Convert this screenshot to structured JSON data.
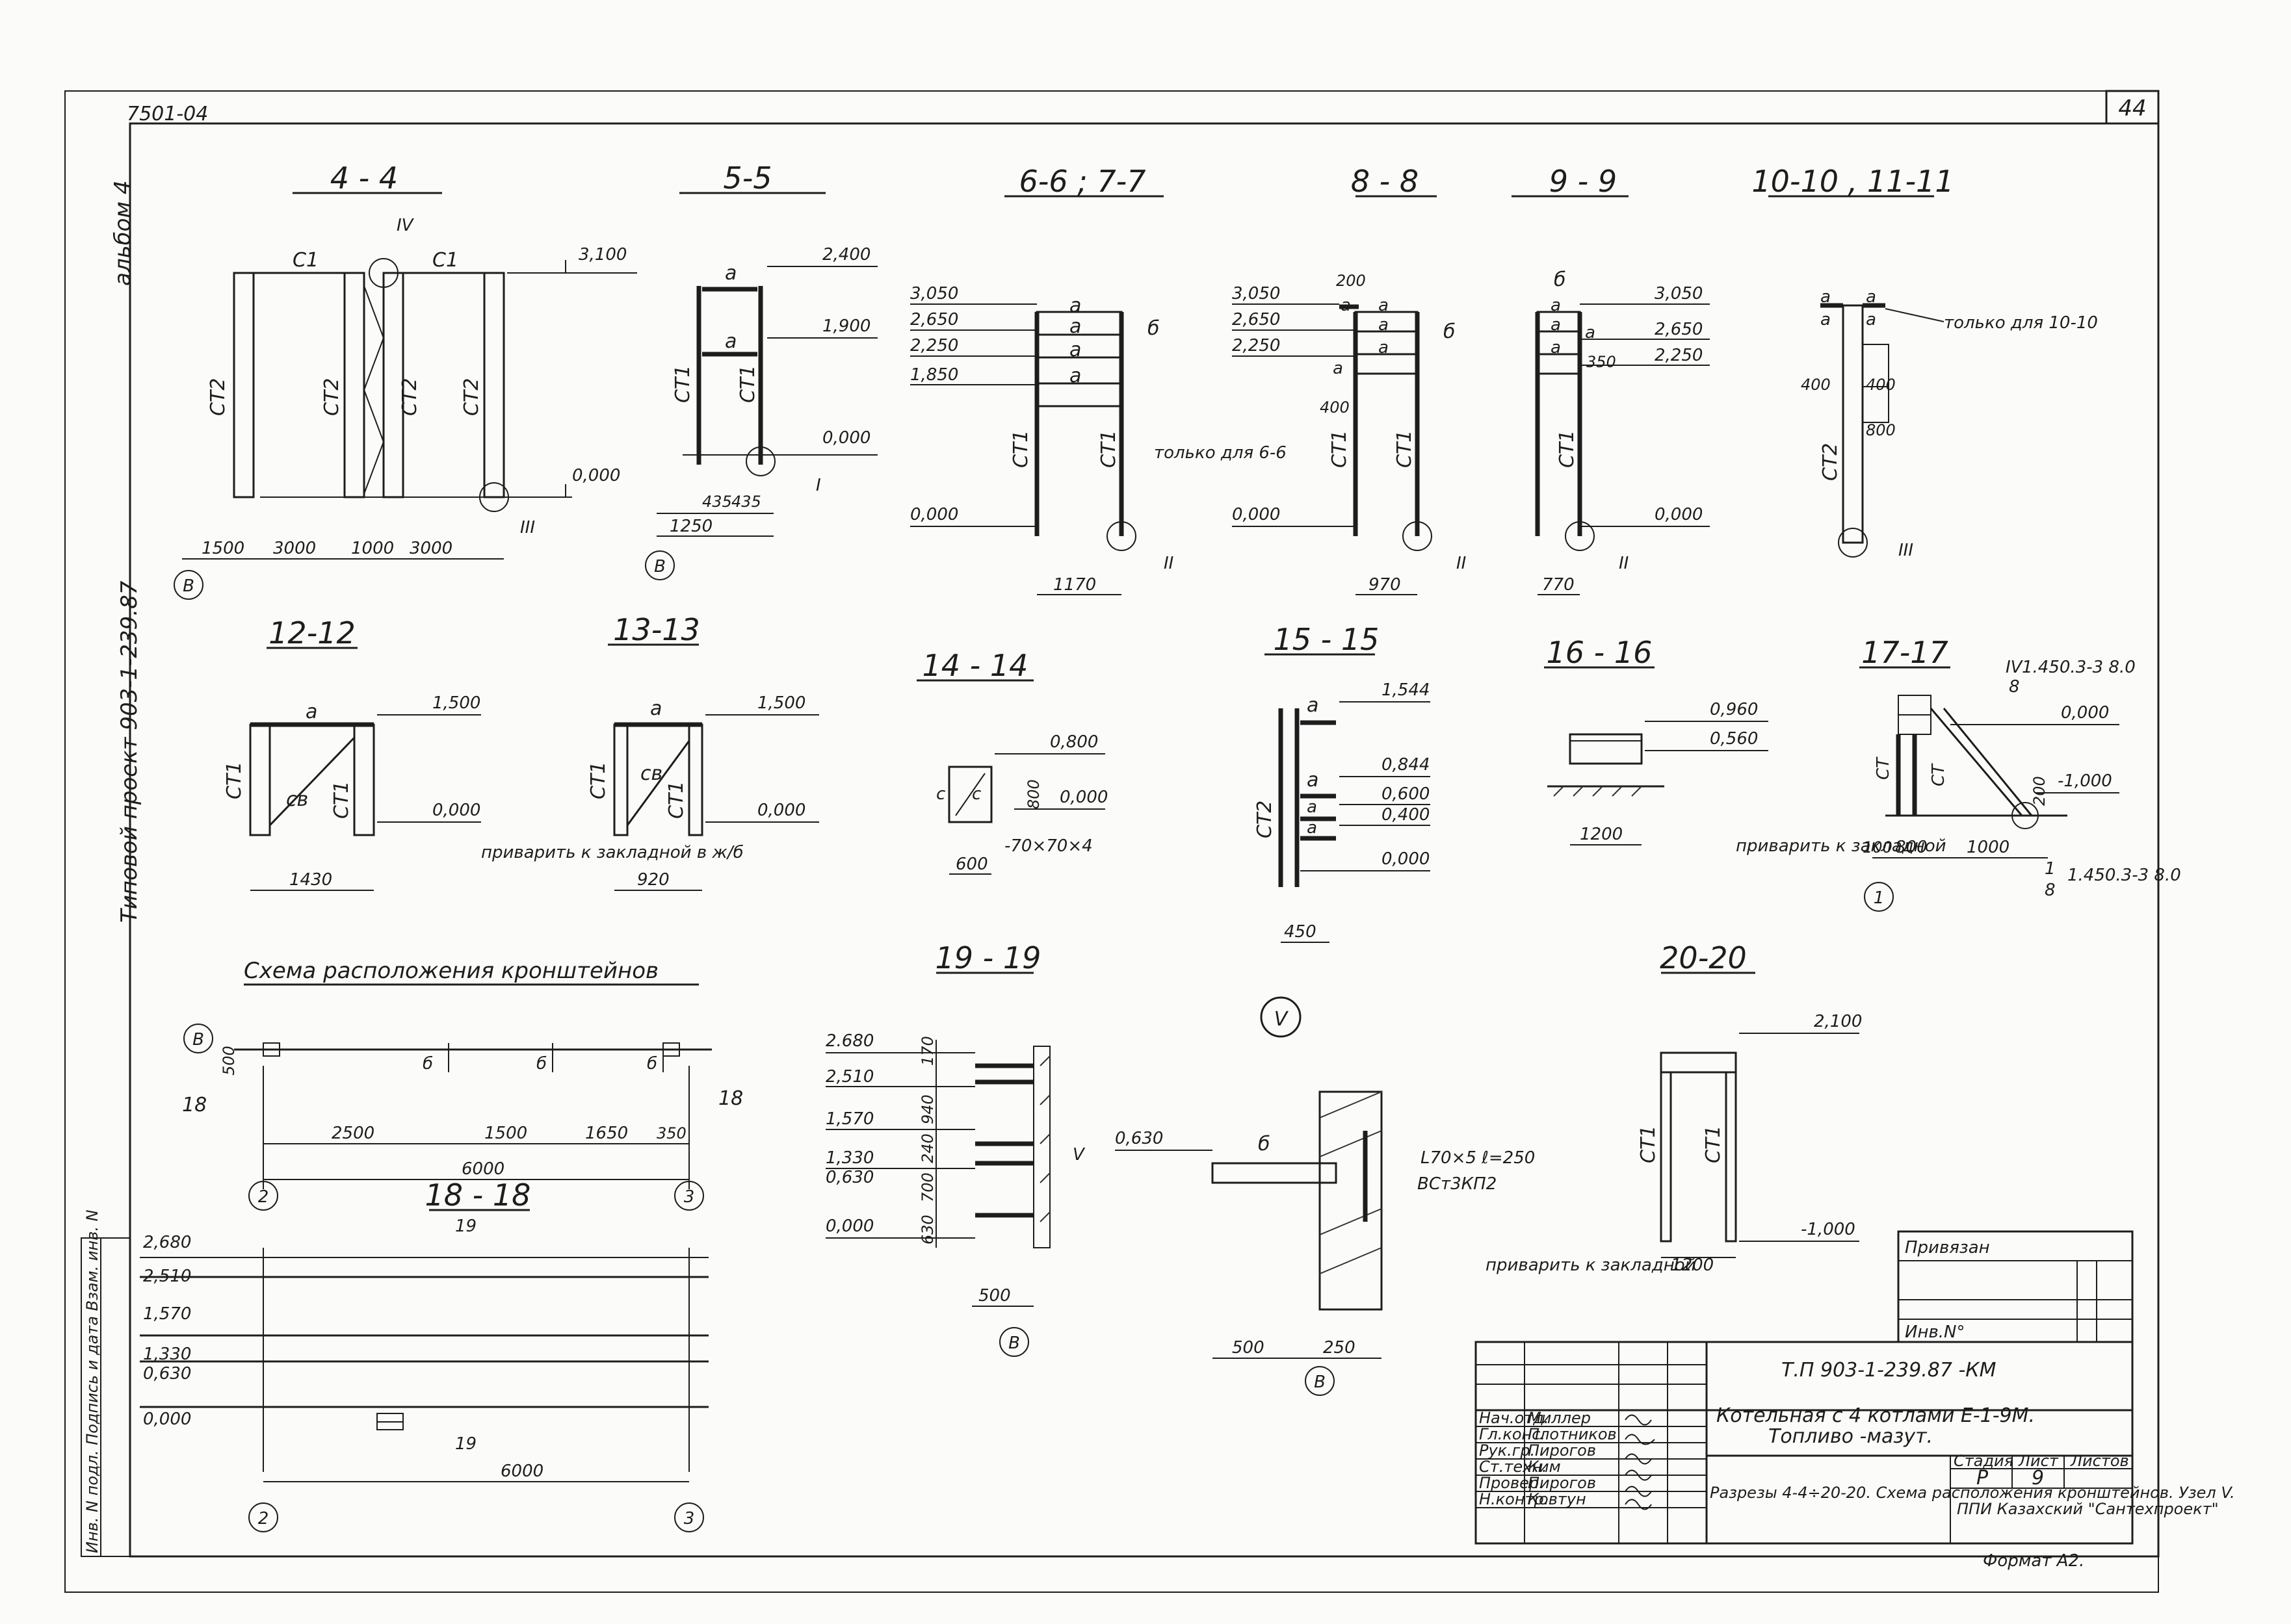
{
  "doc_code": "7501-04",
  "sheet_number": "44",
  "side_text": {
    "album": "альбом 4",
    "project": "Типовой   проект  903-1-239.87",
    "stamp": "Инв. N подл. Подпись и дата Взам. инв. N"
  },
  "common": {
    "c1": "С1",
    "ct1": "СТ1",
    "ct2": "СТ2",
    "ct": "СТ",
    "a": "а",
    "b": "б",
    "c": "с",
    "cv": "св",
    "v": "в",
    "only_66": "только для 6-6",
    "only_1010": "только для 10-10",
    "weld": "приварить к закладной",
    "weld_wb": "приварить к закладной в ж/б",
    "angle70": "-70×70×4",
    "angle_ref": "1.450.3-3 8.0"
  },
  "sections": {
    "s44": {
      "title": "4 - 4",
      "elev_top": "3,100",
      "elev_bot": "0,000",
      "dims": [
        "1500",
        "3000",
        "1000",
        "3000"
      ],
      "axis": "В",
      "node_a": "IV",
      "node_b": "III"
    },
    "s55": {
      "title": "5-5",
      "elevs": [
        "2,400",
        "1,900",
        "0,000"
      ],
      "dims": [
        "435",
        "435",
        "1250"
      ],
      "axis": "В",
      "node": "I"
    },
    "s6677": {
      "title": "6-6 ; 7-7",
      "elevs": [
        "3,050",
        "2,650",
        "2,250",
        "1,850",
        "0,000"
      ],
      "dim": "1170",
      "node": "II"
    },
    "s88": {
      "title": "8 - 8",
      "elevs": [
        "3,050",
        "2,650",
        "2,250",
        "0,000"
      ],
      "dims": [
        "200",
        "400",
        "970"
      ],
      "node": "II"
    },
    "s99": {
      "title": "9 - 9",
      "elevs": [
        "3,050",
        "2,650",
        "2,250",
        "0,000"
      ],
      "dims": [
        "350",
        "770"
      ],
      "node": "II"
    },
    "s1010": {
      "title": "10-10 , 11-11",
      "dims": [
        "400",
        "400",
        "800"
      ],
      "node": "III"
    },
    "s1212": {
      "title": "12-12",
      "elevs": [
        "1,500",
        "0,000"
      ],
      "dim": "1430"
    },
    "s1313": {
      "title": "13-13",
      "elevs": [
        "1,500",
        "0,000"
      ],
      "dim": "920"
    },
    "s1414": {
      "title": "14 - 14",
      "elevs": [
        "0,800",
        "0,000"
      ],
      "dims": [
        "800",
        "600"
      ]
    },
    "s1515": {
      "title": "15 - 15",
      "elevs": [
        "1,544",
        "0,844",
        "0,600",
        "0,400",
        "0,000"
      ],
      "dim": "450"
    },
    "s1616": {
      "title": "16 - 16",
      "elevs": [
        "0,960",
        "0,560"
      ],
      "dim": "1200"
    },
    "s1717": {
      "title": "17-17",
      "elevs": [
        "0,000",
        "-1,000"
      ],
      "dims": [
        "100",
        "800",
        "1000",
        "200"
      ],
      "node": "IV",
      "axis": "1",
      "num8": "8",
      "num1": "1"
    },
    "s1919": {
      "title": "19 - 19",
      "elevs": [
        "2.680",
        "2,510",
        "1,570",
        "1,330",
        "0,630",
        "0,000"
      ],
      "dims": [
        "170",
        "940",
        "240",
        "700",
        "630",
        "500"
      ],
      "axis": "В",
      "node": "V"
    },
    "s2020": {
      "title": "20-20",
      "elevs": [
        "2,100",
        "-1,000"
      ],
      "dim": "1200"
    },
    "scheme": {
      "title": "Схема  расположения  кронштейнов",
      "dims": [
        "2500",
        "1500",
        "1650",
        "350",
        "6000",
        "500"
      ],
      "axes": [
        "В",
        "2",
        "3"
      ],
      "cut": "18"
    },
    "s1818": {
      "title": "18 - 18",
      "elevs": [
        "2,680",
        "2,510",
        "1,570",
        "1,330",
        "0,630",
        "0,000"
      ],
      "dim": "6000",
      "axes": [
        "2",
        "3"
      ],
      "cut": "19"
    },
    "nodeV": {
      "label": "V",
      "elev": "0,630",
      "dims": [
        "500",
        "250"
      ],
      "angle": "L70×5  ℓ=250",
      "steel": "ВСт3КП2",
      "axis": "В"
    }
  },
  "title_block": {
    "tied_label": "Привязан",
    "inv_label": "Инв.N°",
    "code": "Т.П  903-1-239.87 -КМ",
    "object": "Котельная  с 4 котлами  Е-1-9М.",
    "fuel": "Топливо -мазут.",
    "sheet_title": "Разрезы 4-4÷20-20. Схема расположения кронштейнов. Узел V.",
    "stage_label": "Стадия",
    "sheet_label": "Лист",
    "sheets_label": "Листов",
    "stage": "Р",
    "sheet": "9",
    "org": "ППИ Казахский \"Сантехпроект\"",
    "format": "Формат А2.",
    "staff": [
      {
        "role": "Нач.отд.",
        "name": "Миллер"
      },
      {
        "role": "Гл.конс.",
        "name": "Плотников"
      },
      {
        "role": "Рук.гр.",
        "name": "Пирогов"
      },
      {
        "role": "Ст.техн.",
        "name": "Ким"
      },
      {
        "role": "Провер.",
        "name": "Пирогов"
      },
      {
        "role": "Н.контр.",
        "name": "Ковтун"
      }
    ]
  }
}
